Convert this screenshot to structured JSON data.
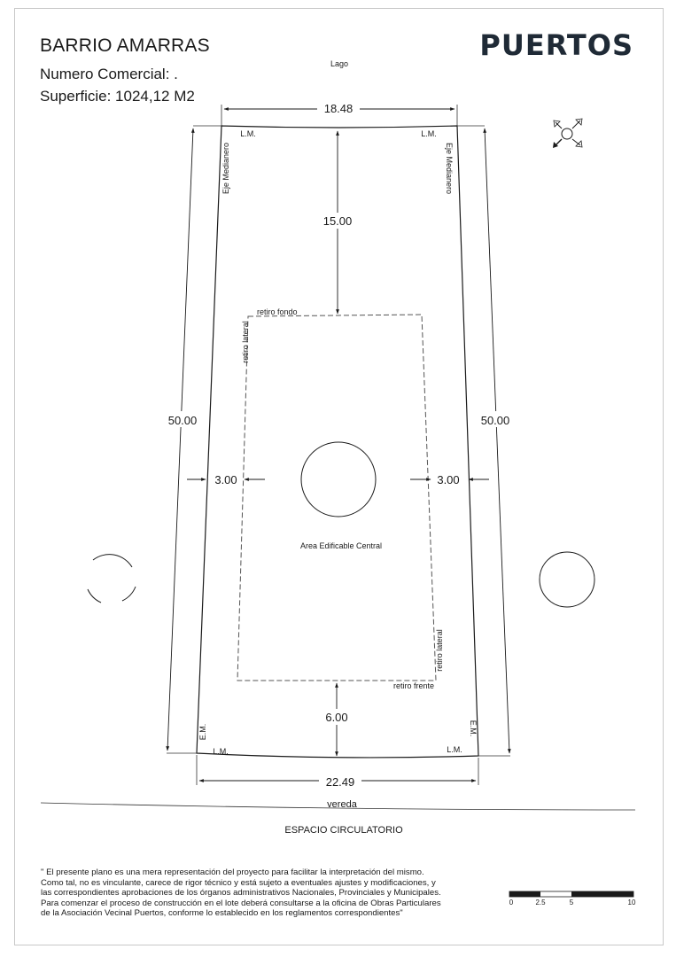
{
  "header": {
    "title": "BARRIO AMARRAS",
    "numero_comercial": "Numero Comercial:  .",
    "superficie": "Superficie: 1024,12 M2"
  },
  "brand": {
    "name": "PUERTOS"
  },
  "plan": {
    "top_label": "Lago",
    "width_top": "18.48",
    "width_bottom": "22.49",
    "depth_left": "50.00",
    "depth_right": "50.00",
    "setback_rear": "15.00",
    "setback_front": "6.00",
    "setback_left": "3.00",
    "setback_right": "3.00",
    "lm_top_left": "L.M.",
    "lm_top_right": "L.M.",
    "lm_bottom_left": "L.M.",
    "lm_bottom_right": "L.M.",
    "eje_left": "Eje Medianero",
    "eje_right": "Eje Medianero",
    "em_left": "E.M.",
    "em_right": "E.M.",
    "retiro_fondo": "retiro fondo",
    "retiro_lateral_left": "retiro lateral",
    "retiro_lateral_right": "retiro lateral",
    "retiro_frente": "retiro frente",
    "area_label": "Area Edificable Central",
    "vereda": "vereda",
    "espacio": "ESPACIO CIRCULATORIO"
  },
  "scale_bar": {
    "ticks": [
      "0",
      "2.5",
      "5",
      "10"
    ]
  },
  "compass_icon": "north-arrow-icon",
  "disclaimer": {
    "lines": [
      "\" El presente plano es una mera representación del proyecto para facilitar la interpretación del mismo.",
      "Como tal, no es vinculante, carece de rigor técnico y está sujeto a eventuales ajustes y modificaciones, y",
      "las correspondientes aprobaciones de los órganos administrativos Nacionales, Provinciales y Municipales.",
      "Para comenzar el proceso de construcción en el lote deberá consultarse a la oficina de Obras Particulares",
      "de la Asociación Vecinal Puertos, conforme lo establecido en los reglamentos correspondientes\""
    ]
  }
}
